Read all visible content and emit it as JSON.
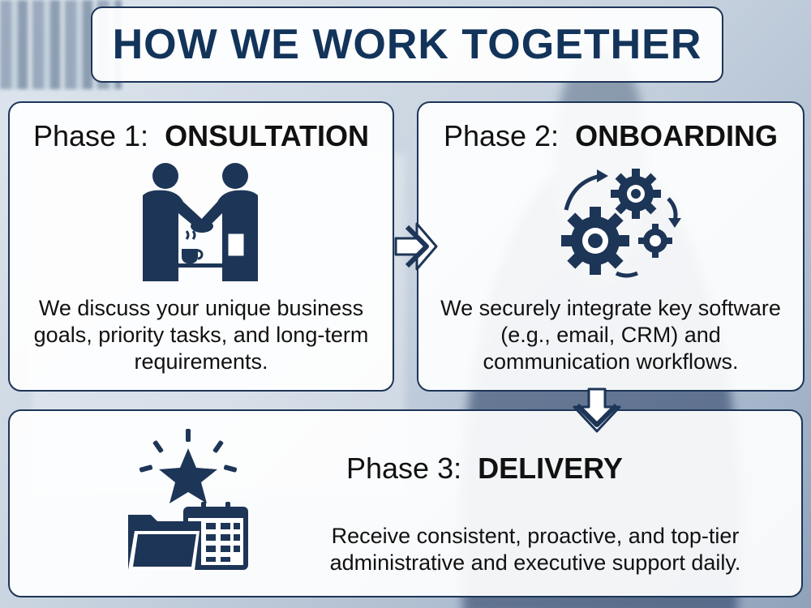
{
  "title": "HOW WE WORK TOGETHER",
  "colors": {
    "primary": "#13345a",
    "border": "#1d3557",
    "text": "#111111"
  },
  "phases": [
    {
      "prefix": "Phase 1:",
      "name": "ONSULTATION",
      "icon": "handshake-meeting-icon",
      "description": "We discuss your unique business goals, priority tasks, and long-term requirements."
    },
    {
      "prefix": "Phase 2:",
      "name": "ONBOARDING",
      "icon": "gears-cycle-icon",
      "description": "We securely integrate key software (e.g., email, CRM) and communication workflows."
    },
    {
      "prefix": "Phase 3:",
      "name": "DELIVERY",
      "icon": "star-folder-calendar-icon",
      "description": "Receive consistent, proactive, and top-tier administrative and executive support daily."
    }
  ],
  "connectors": [
    "arrow-right-icon",
    "arrow-down-icon"
  ]
}
